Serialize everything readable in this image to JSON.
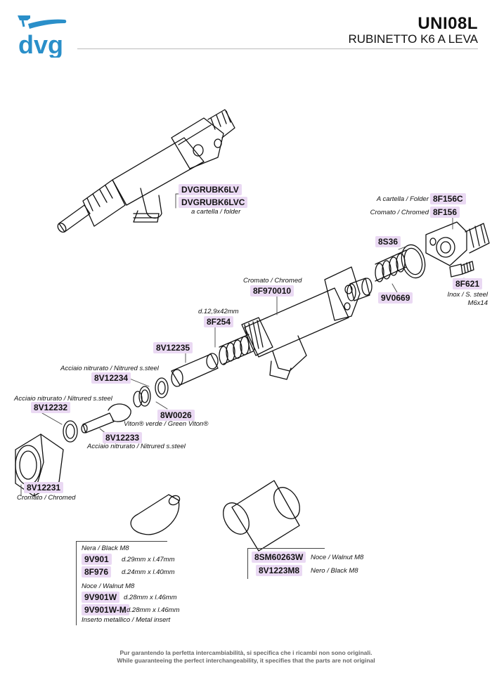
{
  "brand": {
    "logo_text": "dvg",
    "accent_color": "#2a8fc9",
    "code_highlight_color": "#ead9f3"
  },
  "header": {
    "code": "UNI08L",
    "name": "RUBINETTO K6 A LEVA"
  },
  "labels": {
    "tap_code_1": "DVGRUBK6LV",
    "tap_code_2": "DVGRUBK6LVC",
    "tap_note": "a cartella / folder",
    "folder_note": "A cartella / Folder",
    "folder_code": "8F156C",
    "folder_chromed_note": "Cromato / Chromed",
    "folder_chromed_code": "8F156",
    "oring_code": "8S36",
    "spring_code": "9V0669",
    "screw_code": "8F621",
    "screw_note_1": "Inox / S. steel",
    "screw_note_2": "M6x14",
    "body_note": "Cromato / Chromed",
    "body_code": "8F970010",
    "spring2_note": "d.12,9x42mm",
    "spring2_code": "8F254",
    "sleeve_code": "8V12235",
    "ring1_note": "Acciaio nitrurato / Nitrured s.steel",
    "ring1_code": "8V12234",
    "seal_code": "8W0026",
    "seal_note": "Viton® verde / Green Viton®",
    "ring2_note": "Acciaio nitrurato / Nitrured s.steel",
    "ring2_code": "8V12232",
    "pin_code": "8V12233",
    "pin_note": "Acciaio nitrurato / Nitrured s.steel",
    "nut_code": "8V12231",
    "nut_note": "Cromato / Chromed"
  },
  "knobs": {
    "group1": "Nera / Black M8",
    "group2": "Noce / Walnut M8",
    "rows": [
      {
        "code": "9V901",
        "dim": "d.29mm x l.47mm"
      },
      {
        "code": "8F976",
        "dim": "d.24mm x l.40mm"
      },
      {
        "code": "9V901W",
        "dim": "d.28mm x l.46mm"
      },
      {
        "code": "9V901W-M",
        "dim": "d.28mm x l.46mm"
      }
    ],
    "insert_note": "Inserto metallico /  Metal insert"
  },
  "handles": {
    "rows": [
      {
        "code": "8SM60263W",
        "note": "Noce / Walnut M8"
      },
      {
        "code": "8V1223M8",
        "note": "Nero / Black M8"
      }
    ]
  },
  "footer": {
    "line1": "Pur garantendo la perfetta intercambiabilità, si specifica che i ricambi non sono originali.",
    "line2": "While guaranteeing the perfect interchangeability, it specifies that the parts are not original"
  }
}
